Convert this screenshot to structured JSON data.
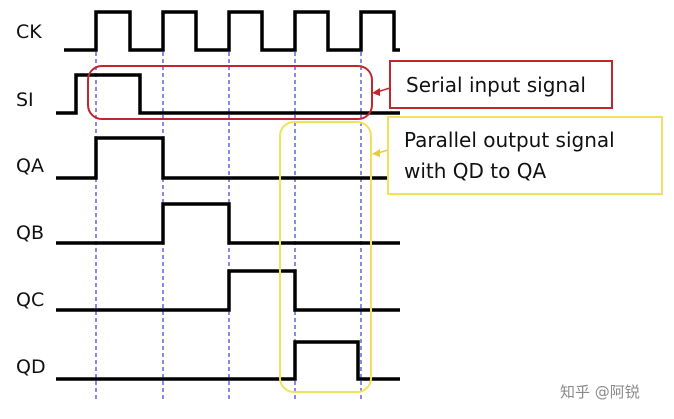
{
  "diagram": {
    "signals": [
      {
        "label": "CK"
      },
      {
        "label": "SI"
      },
      {
        "label": "QA"
      },
      {
        "label": "QB"
      },
      {
        "label": "QC"
      },
      {
        "label": "QD"
      }
    ],
    "callouts": {
      "serial": {
        "lines": [
          "Serial input signal"
        ],
        "color": "#c0272d"
      },
      "parallel": {
        "lines": [
          "Parallel output signal",
          "with QD to QA"
        ],
        "color": "#f2e15a"
      }
    },
    "guide_color": "#4a4adf",
    "wave_color": "#000000",
    "watermark": "知乎 @阿锐"
  }
}
